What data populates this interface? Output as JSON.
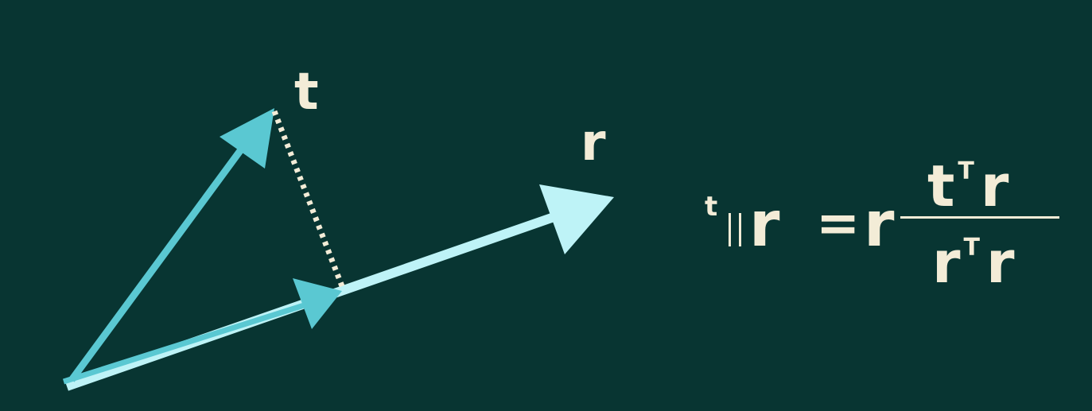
{
  "labels": {
    "vector_t": "t",
    "vector_r": "r"
  },
  "formula": {
    "lhs_subscript": "t",
    "lhs_vector": "r",
    "equals": "=",
    "factor": "r",
    "numerator_vector": "t",
    "numerator_sup": "T",
    "numerator_rhs": "r",
    "denominator_vector": "r",
    "denominator_sup": "T",
    "denominator_rhs": "r"
  },
  "colors": {
    "background": "#083532",
    "vector_t": "#5ac8d2",
    "vector_r": "#bef3f7",
    "projection": "#5ac8d2",
    "dotted_line": "#f3ecd7",
    "text": "#f3ecd7"
  }
}
